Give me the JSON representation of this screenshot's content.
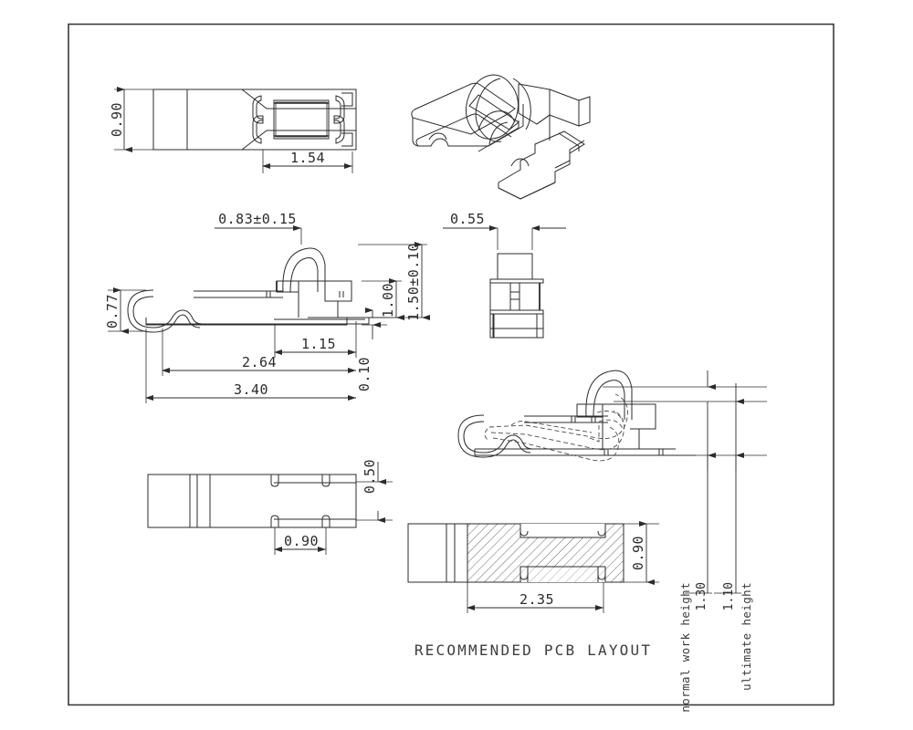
{
  "drawing": {
    "title": "RECOMMENDED PCB LAYOUT",
    "border_color": "#3a3a3a",
    "line_color": "#2b2b2b",
    "hidden_line_color": "#4a4a4a",
    "hatch_color": "#555555",
    "background": "#ffffff"
  },
  "views": {
    "top_view": {
      "name": "top-view",
      "dimensions": {
        "height_left": "0.90",
        "width_contact": "1.54"
      }
    },
    "iso_view": {
      "name": "isometric-view"
    },
    "side_view": {
      "name": "side-section-view",
      "dimensions": {
        "beam_offset": "0.83±0.15",
        "hook_height": "0.77",
        "post_width": "1.15",
        "mid_length": "2.64",
        "overall_length": "3.40",
        "body_height": "1.00",
        "total_height": "1.50±0.10",
        "foot_height": "0.10"
      }
    },
    "end_view": {
      "name": "end-view",
      "dimensions": {
        "width": "0.55"
      }
    },
    "bottom_view": {
      "name": "bottom-view",
      "dimensions": {
        "pad_pitch": "0.90",
        "pad_offset": "0.50"
      }
    },
    "deflection_view": {
      "name": "deflection-detail-view",
      "annotations": [
        {
          "label": "normal work height",
          "value": "1.30"
        },
        {
          "label": "ultimate height",
          "value": "1.10"
        }
      ]
    },
    "pcb_layout": {
      "name": "pcb-layout-view",
      "dimensions": {
        "pad_length": "2.35",
        "pad_width": "0.90"
      }
    }
  }
}
